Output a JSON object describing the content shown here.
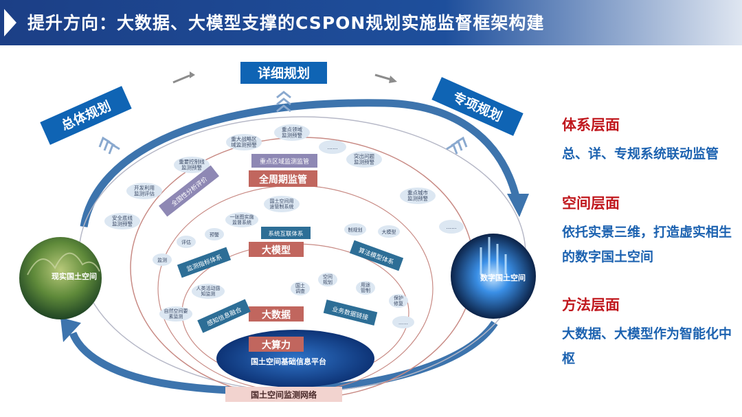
{
  "title": "提升方向：大数据、大模型支撑的CSPON规划实施监督框架构建",
  "planning": {
    "overall": "总体规划",
    "detailed": "详细规划",
    "special": "专项规划"
  },
  "worlds": {
    "real": "现实国土空间",
    "digital": "数字国土空间"
  },
  "layers": {
    "full_cycle": "全周期监管",
    "model": "大模型",
    "big_data": "大数据",
    "compute": "大算力",
    "platform": "国土空间基础信息平台",
    "network": "国土空间监测网络"
  },
  "labels": {
    "key_region": "重点区域监测监管",
    "national_eval": "全国性分析评价",
    "indicator": "监测指标体系",
    "interconnect": "系统互联体系",
    "algo": "算法模型体系",
    "perception": "感知信息融合",
    "business": "业务数据链接"
  },
  "bubbles": {
    "b1": "安全底线\n监测预警",
    "b2": "开发利用\n监测评估",
    "b3": "重要控制线\n监测预警",
    "b4": "重大战略区\n域监测预警",
    "b5": "重点领域\n监测预警",
    "b6": "……",
    "b7": "突出问题\n监测预警",
    "b8": "重点城市\n监测预警",
    "b9": "……",
    "m1": "国土空间用\n途管制系统",
    "m2": "一张图实施\n监督系统",
    "m3": "监测",
    "m4": "评估",
    "m5": "预警",
    "m6": "制规划",
    "m7": "大模型",
    "d1": "人类活动感\n知监测",
    "d2": "自然空间要\n素监测",
    "d3": "国土\n调查",
    "d4": "空间\n规划",
    "d5": "用途\n管制",
    "d6": "保护\n修复",
    "d7": "……"
  },
  "side_panel": [
    {
      "heading": "体系层面",
      "text": "总、详、专规系统联动监管"
    },
    {
      "heading": "空间层面",
      "text": "依托实景三维，打造虚实相生的数字国土空间"
    },
    {
      "heading": "方法层面",
      "text": "大数据、大模型作为智能化中枢"
    }
  ],
  "colors": {
    "title_bg": "#1c3f86",
    "plan_blue": "#0f64b4",
    "salmon": "#c1665e",
    "slate": "#2d6e96",
    "purple": "#8e88b4",
    "bubble": "#dce7f2",
    "side_head": "#c0171d",
    "side_text": "#1c62b0"
  }
}
